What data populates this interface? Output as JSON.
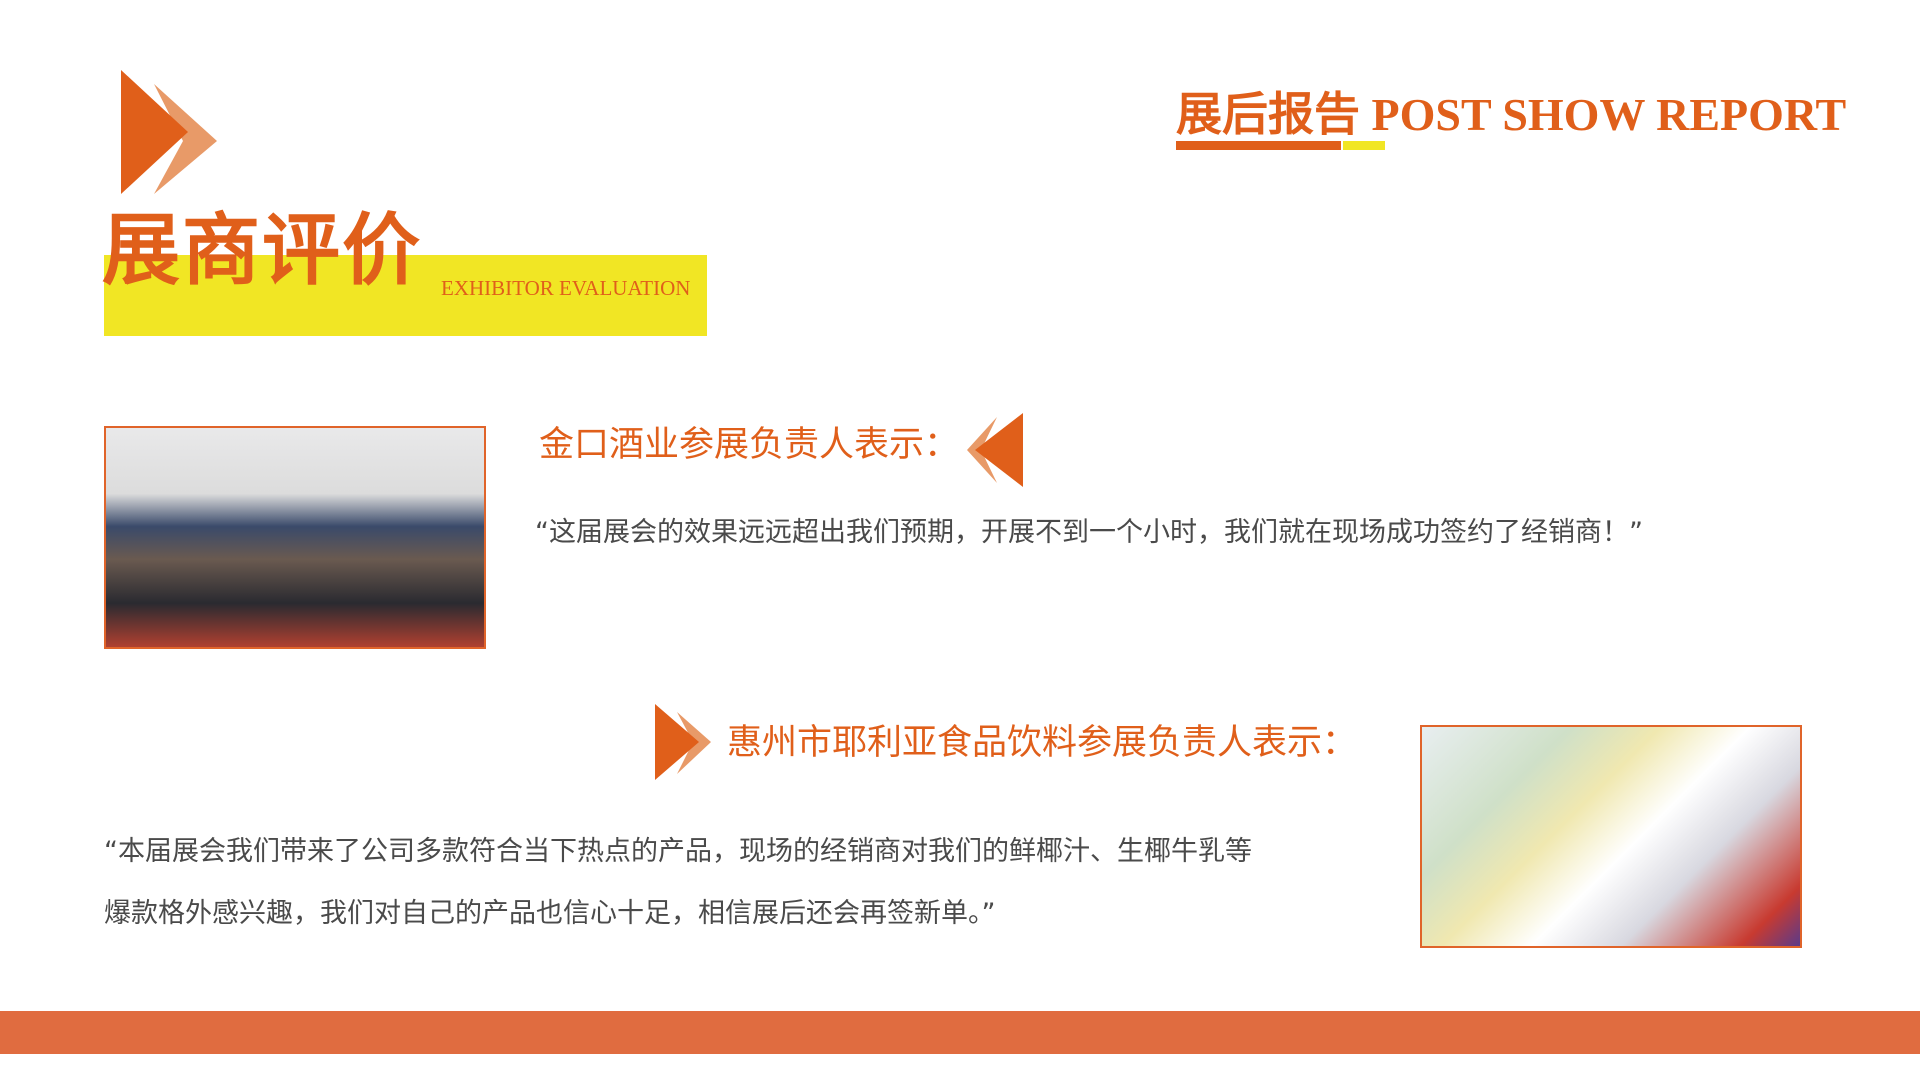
{
  "header": {
    "title": "展后报告 POST SHOW REPORT"
  },
  "section": {
    "title_cn": "展商评价",
    "title_en": "EXHIBITOR EVALUATION"
  },
  "testimonials": [
    {
      "heading": "金口酒业参展负责人表示：",
      "quote_lines": [
        "“这届展会的效果远远超出我们预期，开展不到一个小时，我们就在现场成功签约了经销商！”"
      ]
    },
    {
      "heading": "惠州市耶利亚食品饮料参展负责人表示：",
      "quote_lines": [
        "“本届展会我们带来了公司多款符合当下热点的产品，现场的经销商对我们的鲜椰汁、生椰牛乳等",
        "爆款格外感兴趣，我们对自己的产品也信心十足，相信展后还会再签新单。”"
      ]
    }
  ],
  "colors": {
    "accent": "#e05f1a",
    "highlight": "#f1e624",
    "bar": "#e06c40",
    "accent_light": "#e89a68"
  }
}
